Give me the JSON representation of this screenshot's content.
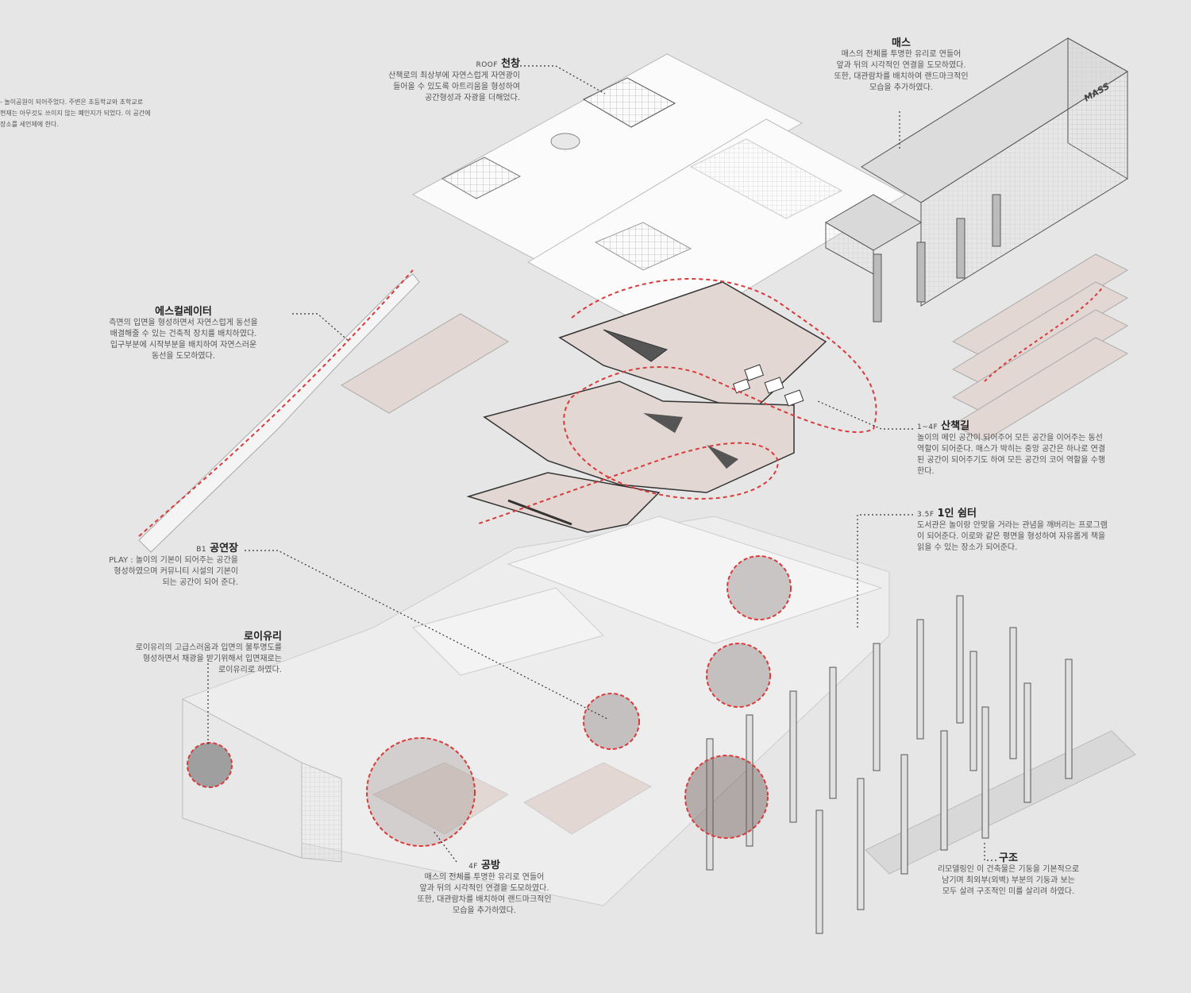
{
  "labels": {
    "roof": {
      "tag": "ROOF",
      "title": "천창",
      "desc": "산책로의 최상부에 자연스럽게 자연광이\n들어올 수 있도록 아트리움을 형성하여\n공간형성과 자광을 더해었다."
    },
    "mass": {
      "title": "매스",
      "desc": "매스의 전체를 투명한 유리로 연들어\n앞과 뒤의 시각적인 연결을 도모하였다.\n또한, 대관람차를 배치하여 랜드마크적인\n모습을 추가하였다."
    },
    "escalator": {
      "title": "에스컬레이터",
      "desc": "측면의 입면을 형성하면서 자연스럽게 동선을\n배결해줄 수 있는 건축적 장치를 배치하였다.\n입구부분에 시작부분을 배치하여 자연스러운\n동선을 도모하였다."
    },
    "walkway": {
      "tag": "1~4F",
      "title": "산책길",
      "desc": "놀이의 메인 공간이 되어주어 모든 공간을 이어주는 동선\n역할이 되어준다. 매스가 박히는 중앙 공간은 하나로 연결\n된 공간이 되어주기도 하여 모든 공간의 코어 역할을 수행\n한다."
    },
    "shelter": {
      "tag": "3.5F",
      "title": "1인 쉼터",
      "desc": "도서관은 놀이랑 안맞을 거라는 관념을 깨버리는 프로그램\n이 되어준다. 이로와 같은 평면을 형성하여 자유롭게 책을\n읽을 수 있는 장소가 되어준다."
    },
    "theater": {
      "tag": "B1",
      "title": "공연장",
      "desc": "PLAY : 놀이의 기본이 되어주는 공간을\n형성하였으며 커뮤니티 시설의 기본이\n되는 공간이 되어 준다."
    },
    "glass": {
      "title": "로이유리",
      "desc": "로이유리의 고급스러움과 입면의 불투명도를\n형성하면서 채광을 받기위해서 입면재로는\n로이유리로 하였다."
    },
    "workshop": {
      "tag": "4F",
      "title": "공방",
      "desc": "매스의 전체를 투명한 유리로 연들어\n앞과 뒤의 시각적인 연결을 도모하였다.\n또한, 대관람차를 배치하여 랜드마크적인\n모습을 추가하였다."
    },
    "structure": {
      "title": "구조",
      "desc": "리모델링인 이 건축물은 기둥을 기본적으로\n남기며 최외부(외벽) 부분의 기둥과 보는\n모두 살려 구조적인 미를 살리려 하였다."
    },
    "corner": {
      "desc": "- 놀이공원이 되어주었다. 주변은 초등학교와 초학교로\n현재는 아무것도 쓰이지 않는 폐인지가 되었다. 이 공간에\n장소를 세언제에 한다."
    },
    "mass_sign": "MASS"
  },
  "colors": {
    "accent": "#d93a3a",
    "floor": "#e2d7d2",
    "line": "#333333"
  }
}
